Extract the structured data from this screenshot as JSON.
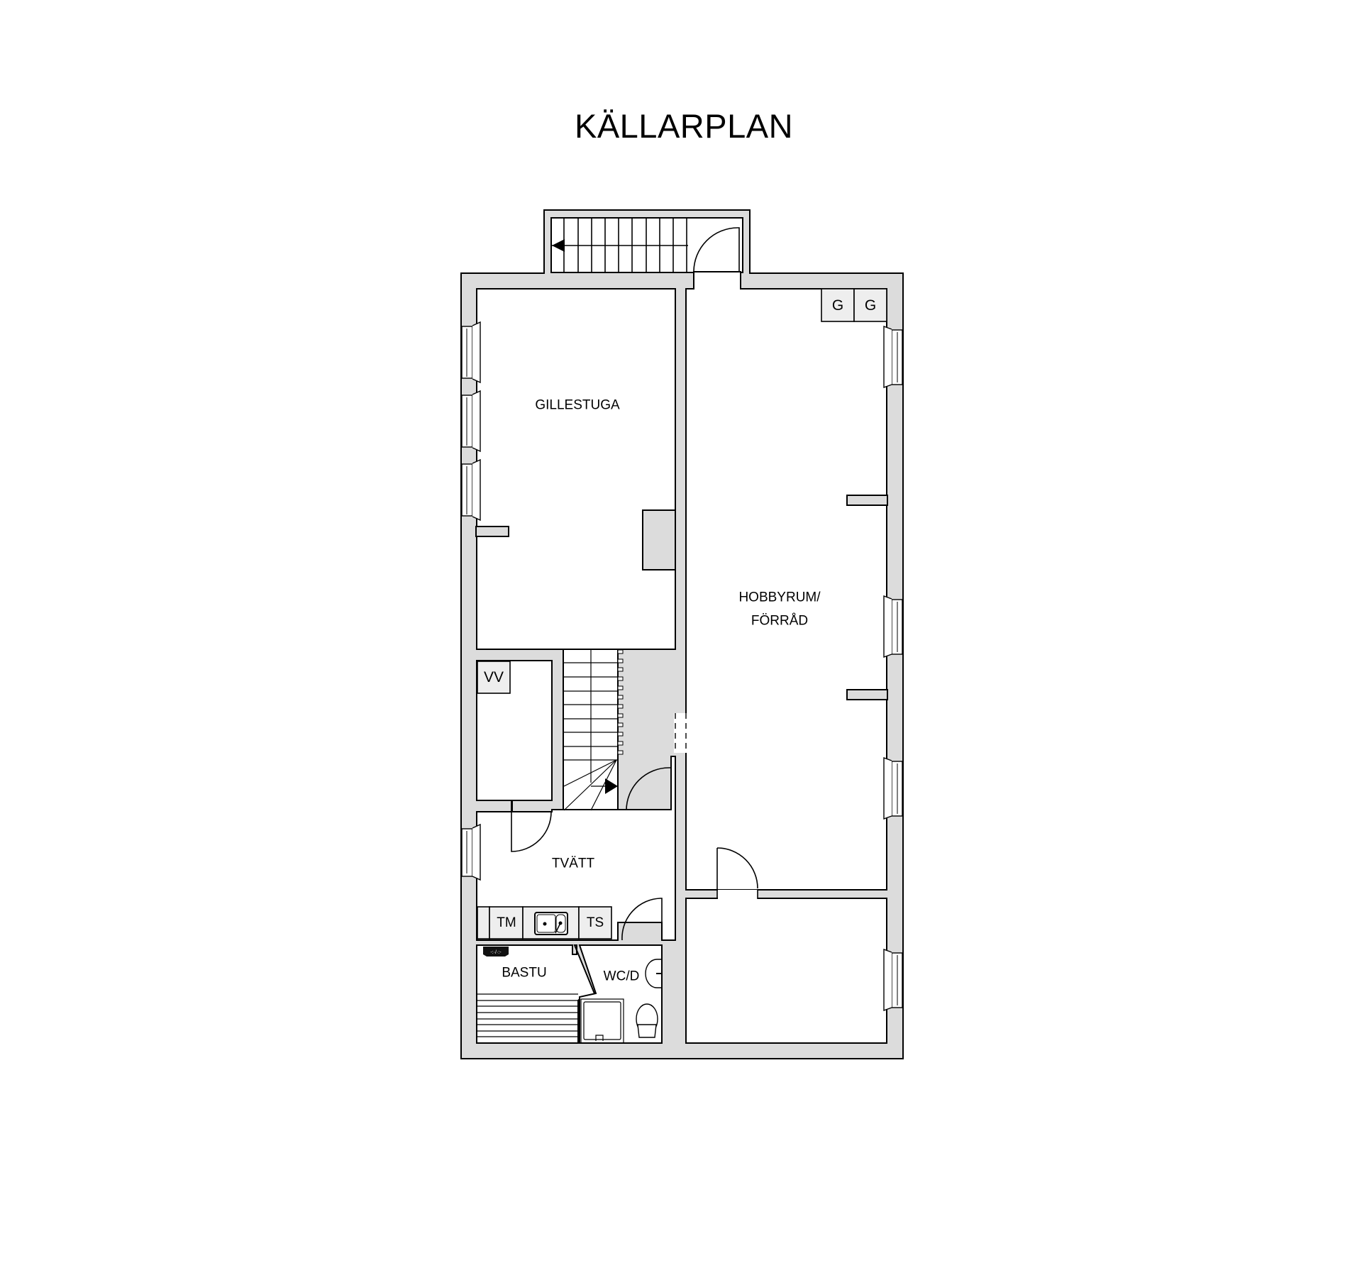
{
  "plan": {
    "title": "KÄLLARPLAN",
    "rooms": [
      {
        "name": "GILLESTUGA"
      },
      {
        "name_line1": "HOBBYRUM/",
        "name_line2": "FÖRRÅD"
      },
      {
        "name": "TVÄTT"
      },
      {
        "name": "BASTU"
      },
      {
        "name": "WC/D"
      }
    ],
    "fixtures": {
      "g1": "G",
      "g2": "G",
      "vv": "VV",
      "tm": "TM",
      "ts": "TS"
    },
    "colors": {
      "wall_fill": "#dcdcdc",
      "line": "#000000",
      "fixture_fill": "#eeeeee",
      "background": "#ffffff"
    }
  }
}
